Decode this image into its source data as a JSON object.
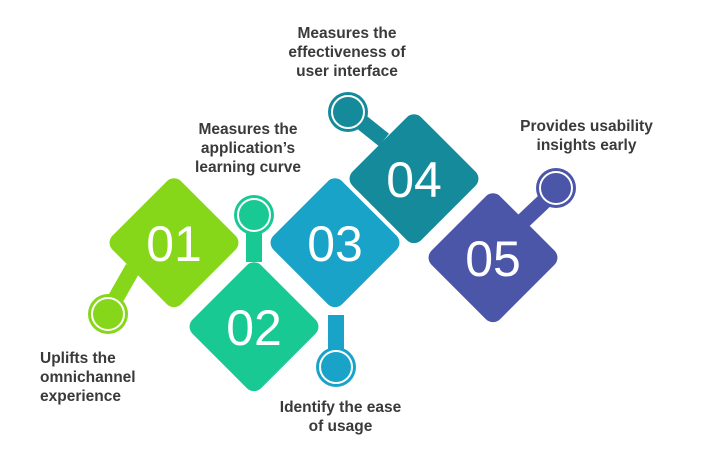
{
  "steps": [
    {
      "number": "01",
      "caption": "Uplifts the\nomnichannel\nexperience",
      "color": "#86d619"
    },
    {
      "number": "02",
      "caption": "Identify the ease\nof usage",
      "color": "#19c994"
    },
    {
      "number": "03",
      "caption": "Measures the\napplication’s\nlearning curve",
      "color": "#1aa3c8"
    },
    {
      "number": "04",
      "caption": "Measures the\neffectiveness of\nuser interface",
      "color": "#148a9a"
    },
    {
      "number": "05",
      "caption": "Provides usability\ninsights early",
      "color": "#4c56a8"
    }
  ]
}
